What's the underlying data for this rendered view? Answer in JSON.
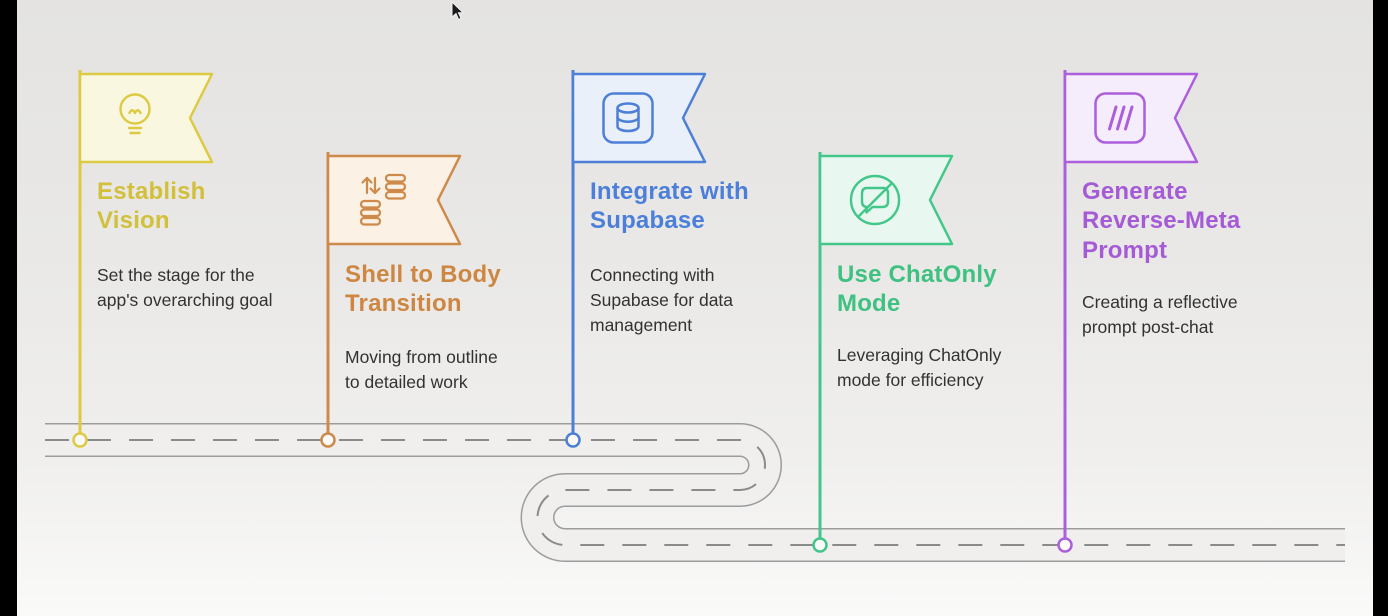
{
  "canvas": {
    "road_edge_color": "#9c9c9c",
    "road_fill": "#f0efee",
    "road_dash_color": "#8a8a8a",
    "node_fill": "#fbfaf8",
    "text_color": "#323232",
    "cursor_color": "#1a1a1a",
    "letterbox_color": "#000000"
  },
  "milestones": [
    {
      "title": "Establish Vision",
      "description": "Set the stage for the app's overarching goal",
      "icon": "lightbulb",
      "accent": "#ddca43",
      "title_color": "#d2c03b",
      "flag_fill": "#faf7e1"
    },
    {
      "title": "Shell to Body Transition",
      "description": "Moving from outline to detailed work",
      "icon": "shell-transition",
      "accent": "#cd8a4a",
      "title_color": "#cd8743",
      "flag_fill": "#fbf1e5"
    },
    {
      "title": "Integrate with Supabase",
      "description": "Connecting with Supabase for data management",
      "icon": "database",
      "accent": "#4d7fd6",
      "title_color": "#4b7fd9",
      "flag_fill": "#eaf0fa"
    },
    {
      "title": "Use ChatOnly Mode",
      "description": "Leveraging ChatOnly mode for efficiency",
      "icon": "chat-disabled",
      "accent": "#43c689",
      "title_color": "#3ec181",
      "flag_fill": "#e8f8f0"
    },
    {
      "title": "Generate Reverse-Meta Prompt",
      "description": "Creating a reflective prompt post-chat",
      "icon": "reverse-meta",
      "accent": "#ab5fdd",
      "title_color": "#a55ad6",
      "flag_fill": "#f5edfb"
    }
  ]
}
